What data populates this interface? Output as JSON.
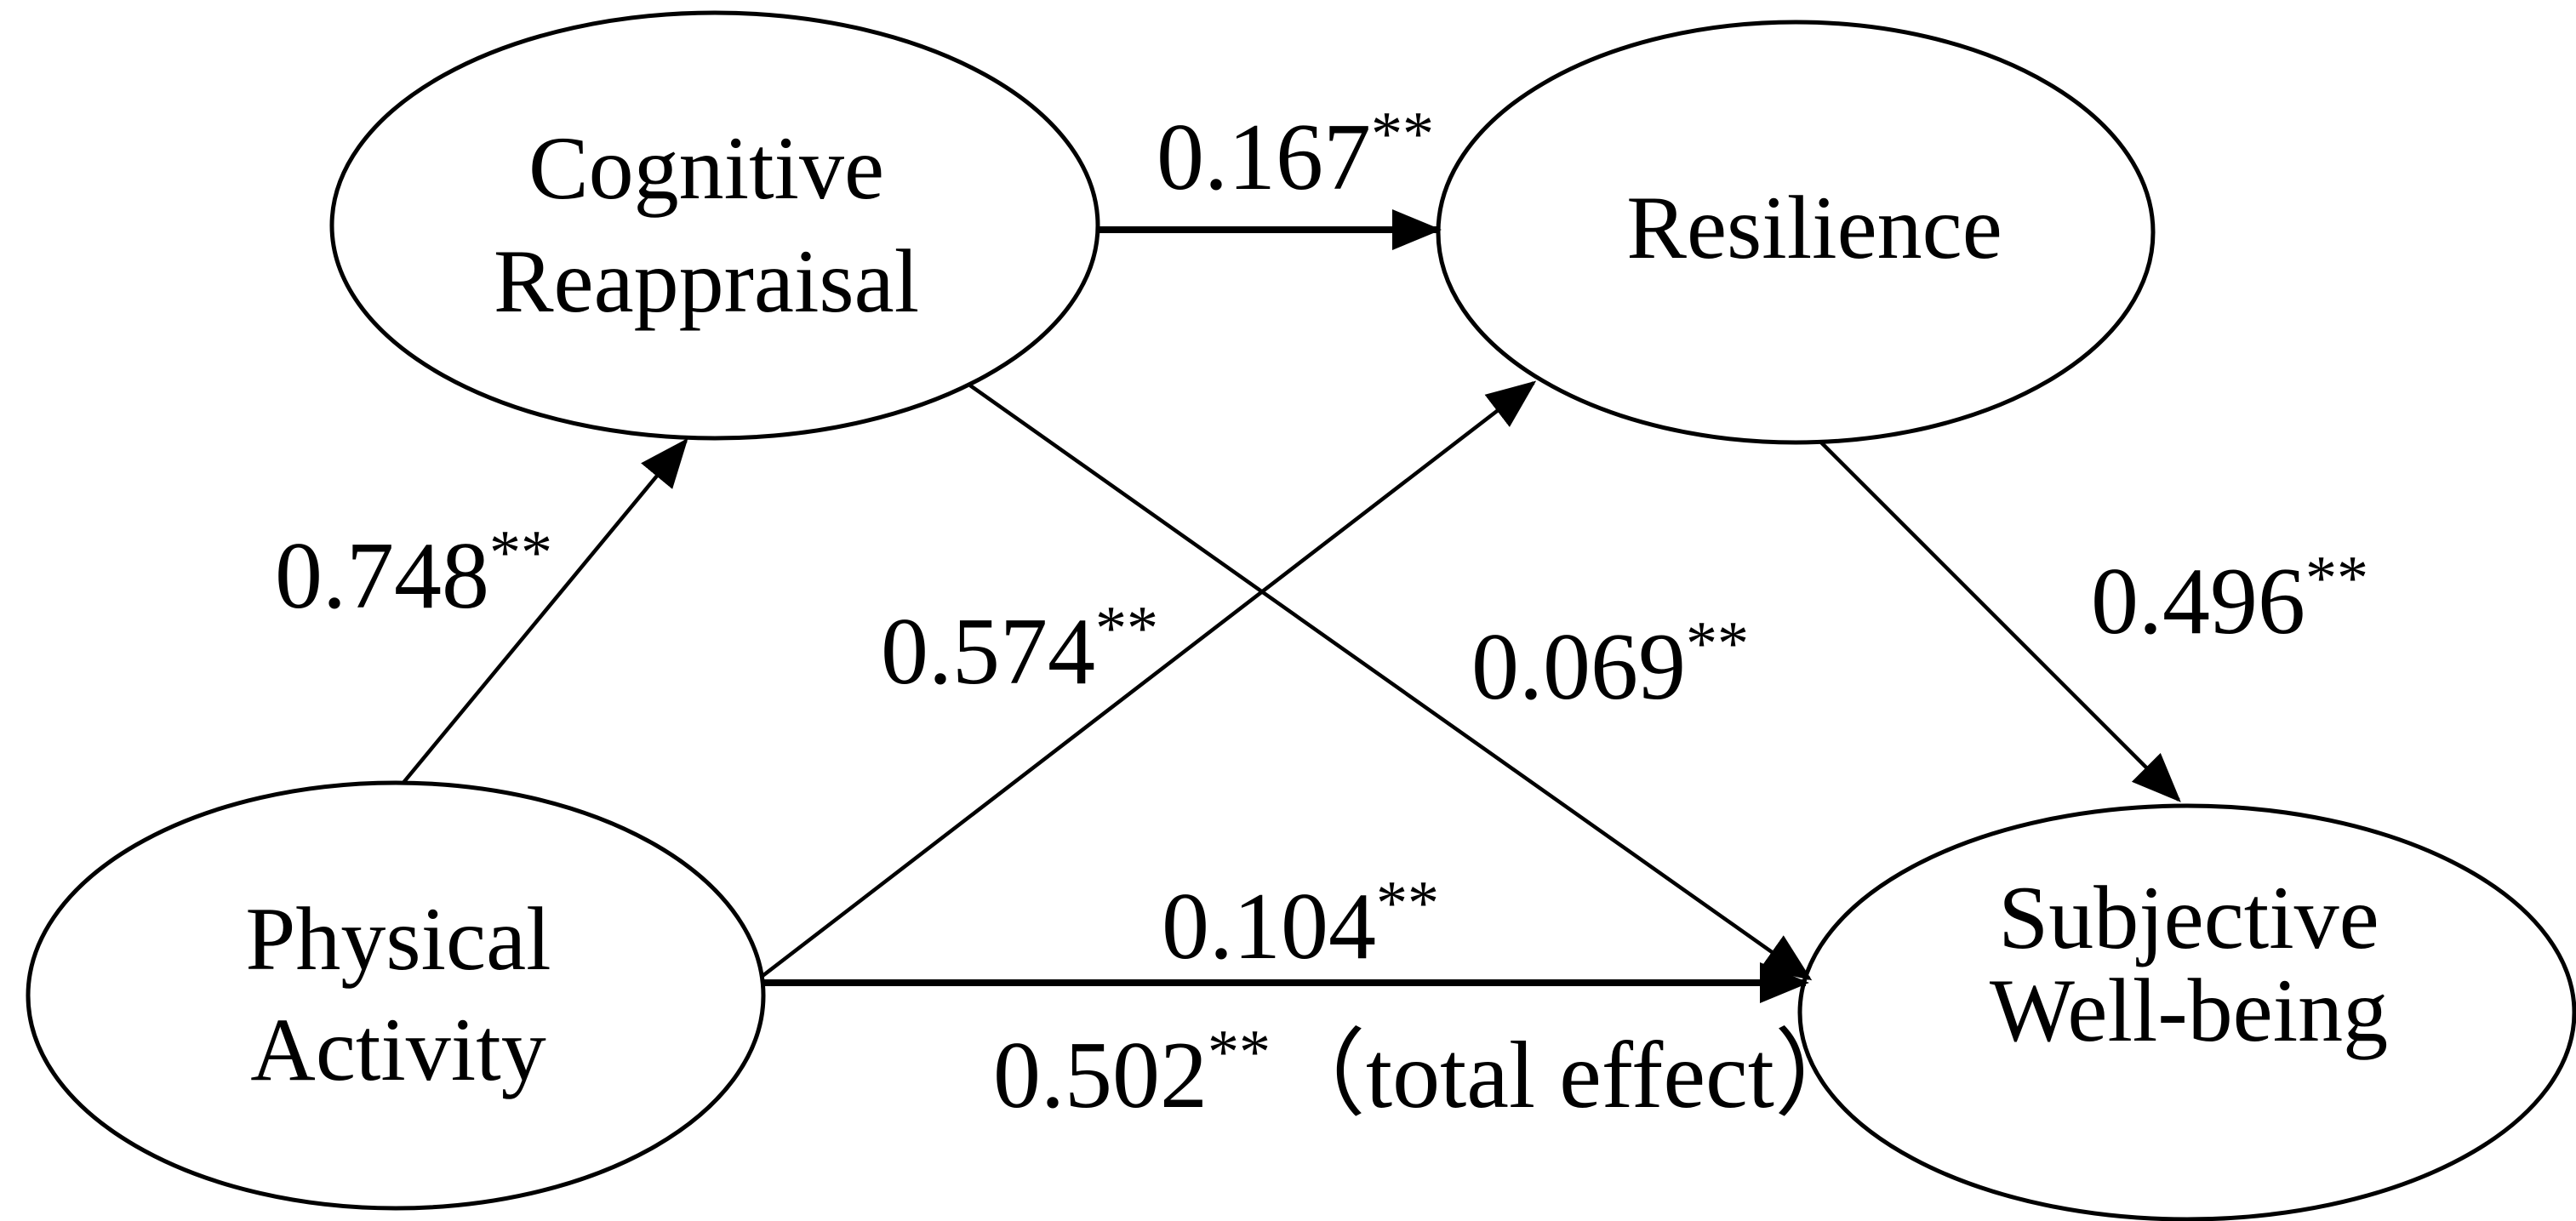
{
  "diagram": {
    "type": "sem-path-diagram",
    "background_color": "#ffffff",
    "line_color": "#000000",
    "text_color": "#000000",
    "nodes": [
      {
        "id": "cognitive-reappraisal",
        "line1": "Cognitive",
        "line2": "Reappraisal"
      },
      {
        "id": "resilience",
        "line1": "Resilience",
        "line2": ""
      },
      {
        "id": "physical-activity",
        "line1": "Physical",
        "line2": "Activity"
      },
      {
        "id": "subjective-well-being",
        "line1": "Subjective",
        "line2": "Well-being"
      }
    ],
    "edges": [
      {
        "id": "pa-cr",
        "from": "Physical Activity",
        "to": "Cognitive Reappraisal",
        "value": "0.748",
        "stars": "**",
        "suffix": ""
      },
      {
        "id": "cr-r",
        "from": "Cognitive Reappraisal",
        "to": "Resilience",
        "value": "0.167",
        "stars": "**",
        "suffix": ""
      },
      {
        "id": "pa-r",
        "from": "Physical Activity",
        "to": "Resilience",
        "value": "0.574",
        "stars": "**",
        "suffix": ""
      },
      {
        "id": "cr-swb",
        "from": "Cognitive Reappraisal",
        "to": "Subjective Well-being",
        "value": "0.069",
        "stars": "**",
        "suffix": ""
      },
      {
        "id": "r-swb",
        "from": "Resilience",
        "to": "Subjective Well-being",
        "value": "0.496",
        "stars": "**",
        "suffix": ""
      },
      {
        "id": "pa-swb-direct",
        "from": "Physical Activity",
        "to": "Subjective Well-being",
        "value": "0.104",
        "stars": "**",
        "suffix": ""
      },
      {
        "id": "pa-swb-total",
        "from": "Physical Activity",
        "to": "Subjective Well-being",
        "value": "0.502",
        "stars": "**",
        "suffix": "（total effect）"
      }
    ]
  }
}
